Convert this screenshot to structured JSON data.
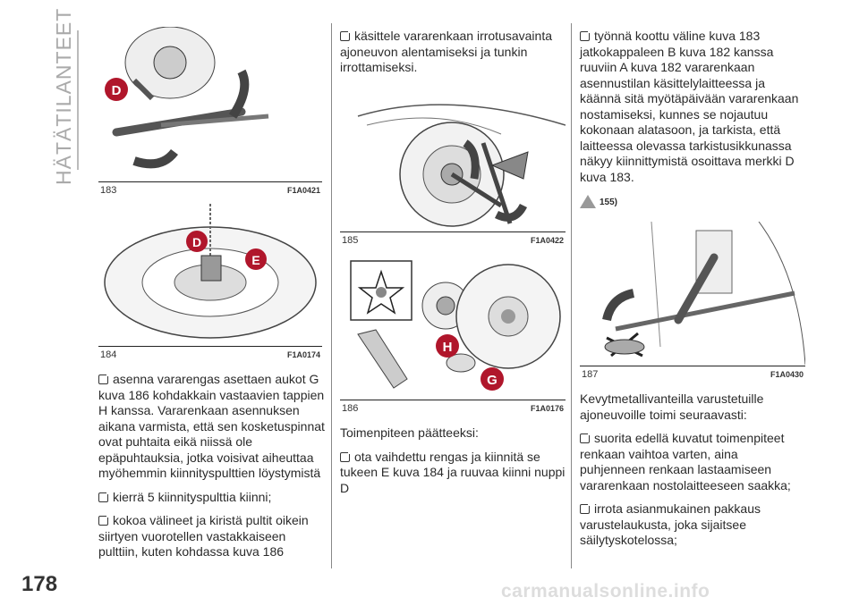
{
  "header": {
    "section_title": "HÄTÄTILANTEET"
  },
  "page_number": "178",
  "figures": {
    "f183": {
      "number": "183",
      "code": "F1A0421",
      "labels": [
        "D"
      ]
    },
    "f184": {
      "number": "184",
      "code": "F1A0174",
      "labels": [
        "D",
        "E"
      ]
    },
    "f185": {
      "number": "185",
      "code": "F1A0422"
    },
    "f186": {
      "number": "186",
      "code": "F1A0176",
      "labels": [
        "H",
        "G"
      ]
    },
    "f187": {
      "number": "187",
      "code": "F1A0430"
    }
  },
  "col1": {
    "p1": "asenna vararengas asettaen aukot G kuva 186 kohdakkain vastaavien tappien H kanssa. Vararenkaan asennuksen aikana varmista, että sen kosketuspinnat ovat puhtaita eikä niissä ole epäpuhtauksia, jotka voisivat aiheuttaa myöhemmin kiinnityspulttien löystymistä",
    "p2": "kierrä 5 kiinnityspulttia kiinni;",
    "p3": "kokoa välineet ja kiristä pultit oikein siirtyen vuorotellen vastakkaiseen pulttiin, kuten kohdassa kuva 186"
  },
  "col2": {
    "p1": "käsittele vararenkaan irrotusavainta ajoneuvon alentamiseksi ja tunkin irrottamiseksi.",
    "heading": "Toimenpiteen päätteeksi:",
    "p2": "ota vaihdettu rengas ja kiinnitä se tukeen E kuva 184 ja ruuvaa kiinni nuppi D"
  },
  "col3": {
    "p1": "työnnä koottu väline kuva 183 jatkokappaleen B kuva 182 kanssa ruuviin A kuva 182 vararenkaan asennustilan käsittelylaitteessa ja käännä sitä myötäpäivään vararenkaan nostamiseksi, kunnes se nojautuu kokonaan alatasoon, ja tarkista, että laitteessa olevassa tarkistusikkunassa näkyy kiinnittymistä osoittava merkki D kuva 183.",
    "warning_ref": "155)",
    "p2": "Kevytmetallivanteilla varustetuille ajoneuvoille toimi seuraavasti:",
    "p3": "suorita edellä kuvatut toimenpiteet renkaan vaihtoa varten, aina puhjenneen renkaan lastaamiseen vararenkaan nostolaitteeseen saakka;",
    "p4": "irrota asianmukainen pakkaus varustelaukusta, joka sijaitsee säilytyskotelossa;"
  },
  "footer": {
    "watermark": "carmanualsonline.info"
  }
}
